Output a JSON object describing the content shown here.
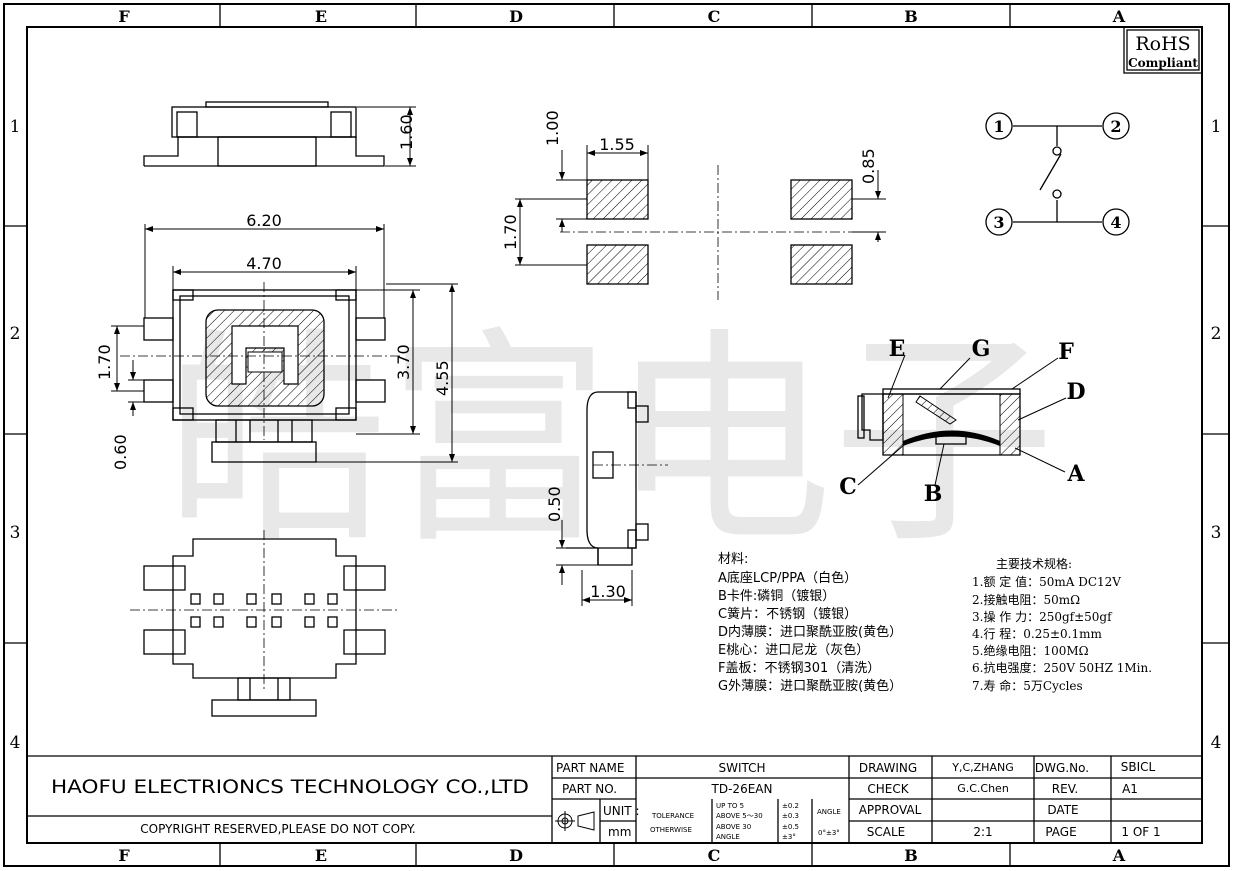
{
  "frame": {
    "columns": [
      "F",
      "E",
      "D",
      "C",
      "B",
      "A"
    ],
    "rows": [
      "1",
      "2",
      "3",
      "4"
    ]
  },
  "rohs": {
    "line1": "RoHS",
    "line2": "Compliant"
  },
  "watermark": "皓富电子",
  "dimensions": {
    "top_height": "1.60",
    "width_620": "6.20",
    "width_470": "4.70",
    "pitch_170_left": "1.70",
    "pin_060": "0.60",
    "body_370": "3.70",
    "total_455": "4.55",
    "pad_100": "1.00",
    "pad_155": "1.55",
    "pad_085": "0.85",
    "pad_170": "1.70",
    "side_050": "0.50",
    "side_130": "1.30"
  },
  "schematic": {
    "pins": [
      "1",
      "2",
      "3",
      "4"
    ]
  },
  "section_labels": [
    "E",
    "G",
    "F",
    "D",
    "C",
    "B",
    "A"
  ],
  "materials": {
    "title": "材料:",
    "items": [
      "A底座LCP/PPA（白色）",
      "B卡件:磷铜（镀银）",
      "C簧片：不锈钢（镀银）",
      "D内薄膜：进口聚酰亚胺(黄色）",
      "E桃心：进口尼龙（灰色）",
      "F盖板：不锈钢301（清洗）",
      "G外薄膜：进口聚酰亚胺(黄色）"
    ]
  },
  "specs": {
    "title": "主要技术规格:",
    "items": [
      "1.额 定 值：50mA DC12V",
      "2.接触电阻：50mΩ",
      "3.操 作 力：250gf±50gf",
      "4.行    程：0.25±0.1mm",
      "5.绝缘电阻：100MΩ",
      "6.抗电强度：250V 50HZ 1Min.",
      "7.寿    命：5万Cycles"
    ]
  },
  "title_block": {
    "company": "HAOFU ELECTRIONCS TECHNOLOGY CO.,LTD",
    "copyright": "COPYRIGHT RESERVED,PLEASE DO NOT COPY.",
    "part_name_label": "PART NAME",
    "part_name_value": "SWITCH",
    "part_no_label": "PART NO.",
    "part_no_value": "TD-26EAN",
    "unit_label": "UNIT :",
    "unit_value": "mm",
    "tolerance_label": "TOLERANCE",
    "otherwise_label": "OTHERWISE",
    "tol_rows": [
      {
        "range": "UP TO 5",
        "value": "±0.2"
      },
      {
        "range": "ABOVE 5～30",
        "value": "±0.3"
      },
      {
        "range": "ABOVE 30",
        "value": "±0.5"
      },
      {
        "range": "ANGLE",
        "value": "±3°"
      }
    ],
    "angle_label": "ANGLE",
    "angle_value": "0°±3°",
    "drawing_label": "DRAWING",
    "drawing_value": "Y,C,ZHANG",
    "check_label": "CHECK",
    "check_value": "G.C.Chen",
    "approval_label": "APPROVAL",
    "scale_label": "SCALE",
    "scale_value": "2:1",
    "dwg_label": "DWG.No.",
    "dwg_value": "SBICL",
    "rev_label": "REV.",
    "rev_value": "A1",
    "date_label": "DATE",
    "page_label": "PAGE",
    "page_value": "1 OF 1"
  }
}
